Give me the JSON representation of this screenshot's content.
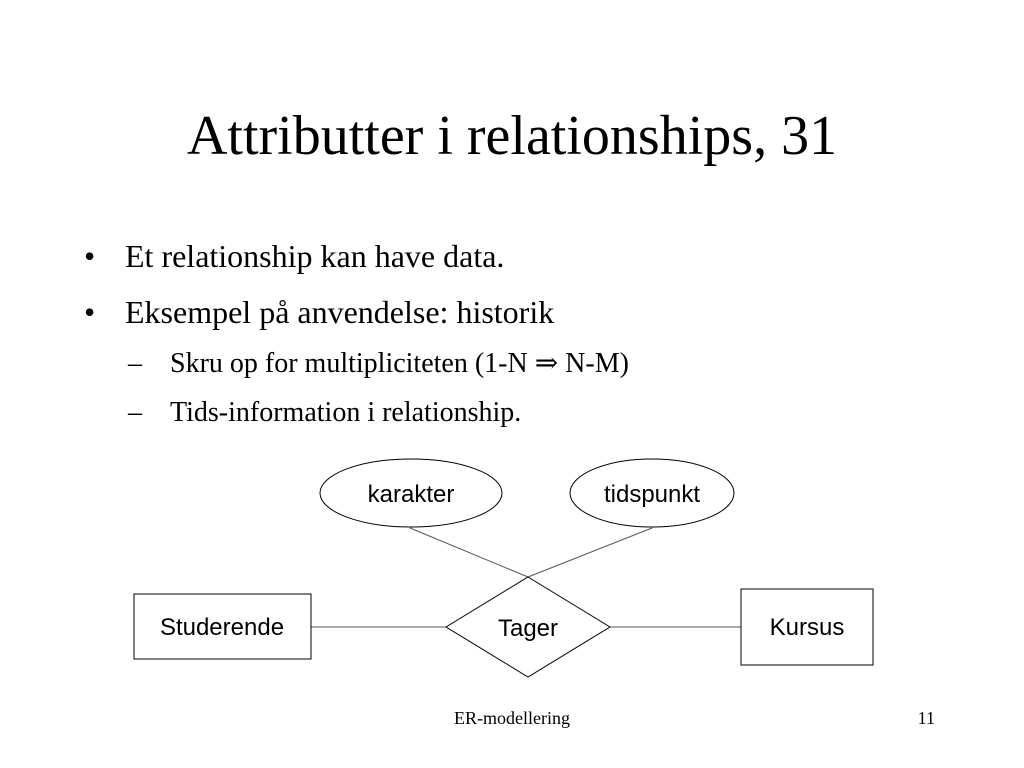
{
  "slide": {
    "title": "Attributter i relationships, 31",
    "bullets": [
      {
        "marker": "•",
        "text": "Et relationship kan have data."
      },
      {
        "marker": "•",
        "text": "Eksempel på anvendelse: historik"
      }
    ],
    "sub_bullets": [
      {
        "marker": "–",
        "text": "Skru op for multipliciteten (1-N ⇒ N-M)"
      },
      {
        "marker": "–",
        "text": "Tids-information i relationship."
      }
    ],
    "diagram": {
      "attributes": [
        "karakter",
        "tidspunkt"
      ],
      "relationship": "Tager",
      "entities": [
        "Studerende",
        "Kursus"
      ]
    },
    "footer": {
      "center": "ER-modellering",
      "page_number": "11"
    }
  }
}
